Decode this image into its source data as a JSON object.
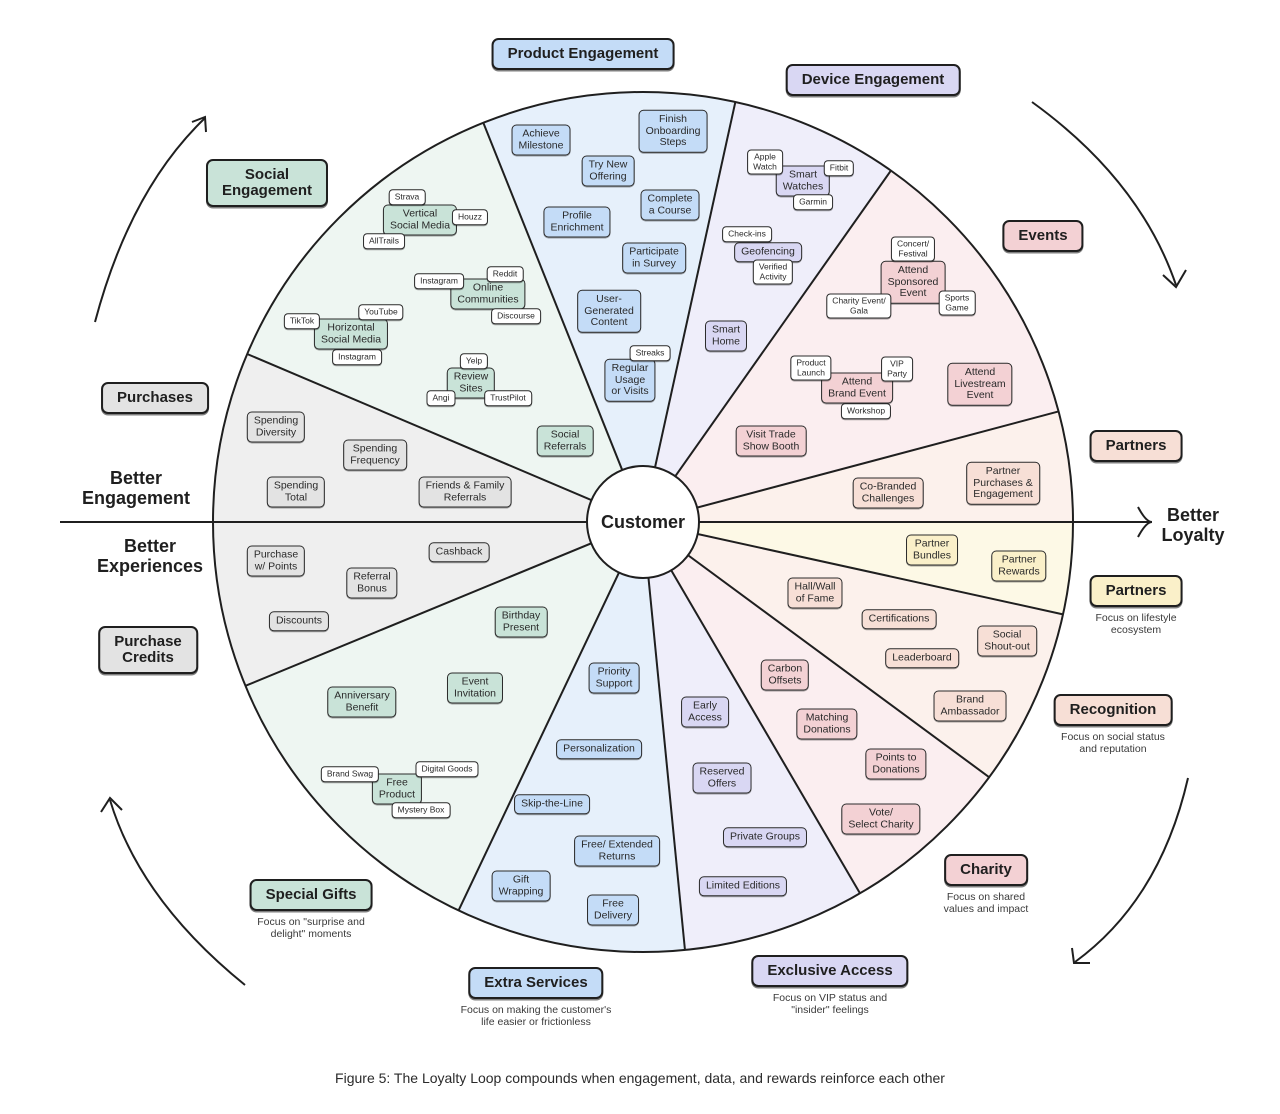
{
  "center_label": "Customer",
  "axis": {
    "left_top": "Better\nEngagement",
    "left_bottom": "Better\nExperiences",
    "right": "Better\nLoyalty"
  },
  "caption": "Figure 5: The Loyalty Loop compounds when engagement, data, and rewards reinforce each other",
  "colors": {
    "social": "#c9e3d8",
    "social_bg": "#eef6f2",
    "product": "#c4dcf7",
    "product_bg": "#e6f0fb",
    "device": "#d9d7f3",
    "device_bg": "#efeefa",
    "events": "#f3d1d4",
    "events_bg": "#fbeef0",
    "partners": "#f7dfd6",
    "partners_bg": "#fcf1ec",
    "partners2": "#faf0c9",
    "partners2_bg": "#fdf9e6",
    "purchases": "#e3e3e3",
    "purchases_bg": "#efefef",
    "charity": "#f3d1d4",
    "exclusive": "#d9d7f3",
    "extra": "#c4dcf7",
    "gifts": "#c9e3d8"
  },
  "categories": [
    {
      "key": "product",
      "label": "Product Engagement"
    },
    {
      "key": "device",
      "label": "Device Engagement"
    },
    {
      "key": "social",
      "label": "Social\nEngagement"
    },
    {
      "key": "events",
      "label": "Events"
    },
    {
      "key": "purchases",
      "label": "Purchases"
    },
    {
      "key": "partners",
      "label": "Partners"
    },
    {
      "key": "partners2",
      "label": "Partners",
      "desc": "Focus on lifestyle\necosystem"
    },
    {
      "key": "credits",
      "label": "Purchase\nCredits"
    },
    {
      "key": "recognition",
      "label": "Recognition",
      "desc": "Focus on social status\nand reputation"
    },
    {
      "key": "charity",
      "label": "Charity",
      "desc": "Focus on shared\nvalues and impact"
    },
    {
      "key": "gifts",
      "label": "Special Gifts",
      "desc": "Focus on \"surprise and\ndelight\" moments"
    },
    {
      "key": "extra",
      "label": "Extra Services",
      "desc": "Focus on making the customer's\nlife easier or frictionless"
    },
    {
      "key": "exclusive",
      "label": "Exclusive Access",
      "desc": "Focus on VIP status and\n\"insider\" feelings"
    }
  ],
  "items": {
    "social": [
      "Vertical\nSocial Media",
      "Online\nCommunities",
      "Horizontal\nSocial Media",
      "Review\nSites",
      "Social\nReferrals"
    ],
    "social_tags": [
      "Strava",
      "Houzz",
      "AllTrails",
      "Instagram",
      "Reddit",
      "Discourse",
      "TikTok",
      "YouTube",
      "Instagram",
      "Yelp",
      "Angi",
      "TrustPilot"
    ],
    "product": [
      "Achieve\nMilestone",
      "Finish\nOnboarding\nSteps",
      "Try New\nOffering",
      "Complete\na Course",
      "Profile\nEnrichment",
      "Participate\nin Survey",
      "User-\nGenerated\nContent",
      "Regular\nUsage\nor Visits"
    ],
    "product_tags": [
      "Streaks"
    ],
    "device": [
      "Smart\nWatches",
      "Geofencing",
      "Smart\nHome"
    ],
    "device_tags": [
      "Apple\nWatch",
      "Fitbit",
      "Garmin",
      "Check-ins",
      "Verified\nActivity"
    ],
    "events": [
      "Attend\nSponsored\nEvent",
      "Attend\nBrand Event",
      "Attend\nLivestream\nEvent",
      "Visit Trade\nShow Booth"
    ],
    "events_tags": [
      "Concert/\nFestival",
      "Charity Event/\nGala",
      "Sports\nGame",
      "Product\nLaunch",
      "VIP\nParty",
      "Workshop"
    ],
    "partners": [
      "Co-Branded\nChallenges",
      "Partner\nPurchases &\nEngagement"
    ],
    "partners2": [
      "Partner\nBundles",
      "Partner\nRewards"
    ],
    "purchases": [
      "Spending\nDiversity",
      "Spending\nFrequency",
      "Spending\nTotal",
      "Friends & Family\nReferrals"
    ],
    "credits": [
      "Purchase\nw/ Points",
      "Cashback",
      "Referral\nBonus",
      "Discounts"
    ],
    "recognition": [
      "Hall/Wall\nof Fame",
      "Certifications",
      "Social\nShout-out",
      "Leaderboard",
      "Brand\nAmbassador"
    ],
    "charity": [
      "Carbon\nOffsets",
      "Matching\nDonations",
      "Points to\nDonations",
      "Vote/\nSelect Charity"
    ],
    "exclusive": [
      "Early\nAccess",
      "Reserved\nOffers",
      "Private Groups",
      "Limited Editions"
    ],
    "extra": [
      "Priority\nSupport",
      "Personalization",
      "Skip-the-Line",
      "Free/ Extended\nReturns",
      "Gift\nWrapping",
      "Free\nDelivery"
    ],
    "gifts": [
      "Birthday\nPresent",
      "Event\nInvitation",
      "Anniversary\nBenefit",
      "Free\nProduct"
    ],
    "gifts_tags": [
      "Brand Swag",
      "Digital Goods",
      "Mystery Box"
    ]
  }
}
